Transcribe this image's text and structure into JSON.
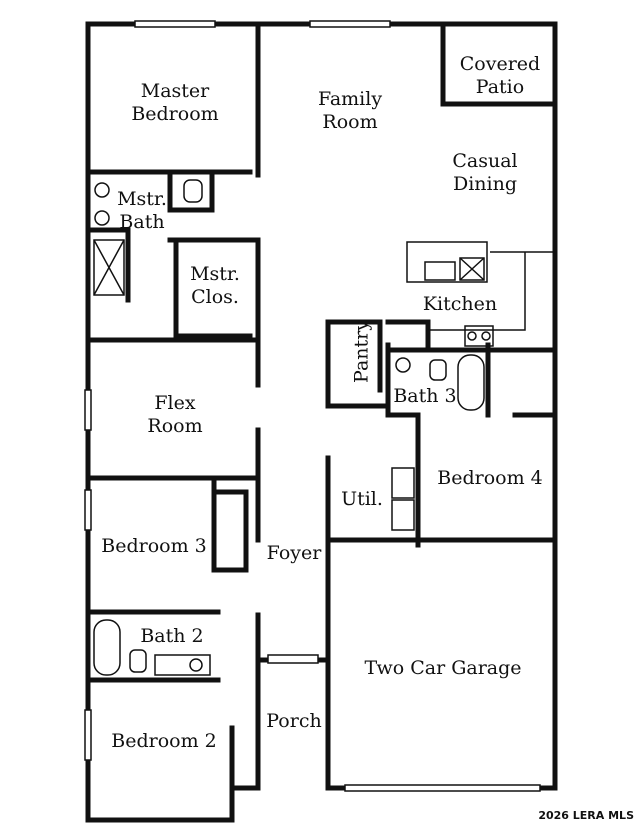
{
  "rooms": {
    "master_bedroom": "Master\nBedroom",
    "family_room": "Family\nRoom",
    "covered_patio": "Covered\nPatio",
    "casual_dining": "Casual\nDining",
    "mstr_bath": "Mstr.\nBath",
    "mstr_closet": "Mstr.\nClos.",
    "kitchen": "Kitchen",
    "pantry": "Pantry",
    "bath_3": "Bath 3",
    "flex_room": "Flex\nRoom",
    "utility": "Util.",
    "bedroom_4": "Bedroom 4",
    "bedroom_3": "Bedroom 3",
    "foyer": "Foyer",
    "bath_2": "Bath 2",
    "garage": "Two Car Garage",
    "porch": "Porch",
    "bedroom_2": "Bedroom 2"
  },
  "watermark": "2026 LERA MLS"
}
